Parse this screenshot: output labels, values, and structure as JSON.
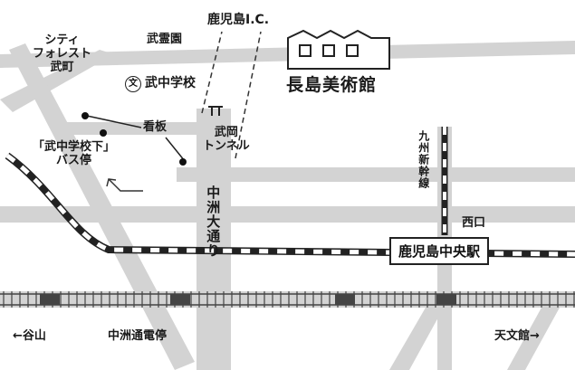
{
  "labels": {
    "city_forest": "シティ\nフォレスト\n武町",
    "bureien": "武霊園",
    "ic": "鹿児島I.C.",
    "school_mark": "文",
    "school": "武中学校",
    "kanban": "看板",
    "busstop": "「武中学校下」\nバス停",
    "tunnel": "武岡\nトンネル",
    "avenue": "中洲大通り",
    "kyushu_shinkansen": "九州新幹線",
    "nishiguchi": "西口",
    "tanigawa": "←谷山",
    "nakasu_stop": "中洲通電停",
    "tenmonkan": "天文館→",
    "museum": "長島美術館",
    "station": "鹿児島中央駅"
  },
  "icons": [
    "museum-building-icon",
    "tunnel-portal-icon",
    "school-icon",
    "direction-arrow-icon"
  ],
  "colors": {
    "road": "#d3d3d3",
    "rail": "#222222",
    "tram": "#555555",
    "text": "#1a1a1a"
  }
}
